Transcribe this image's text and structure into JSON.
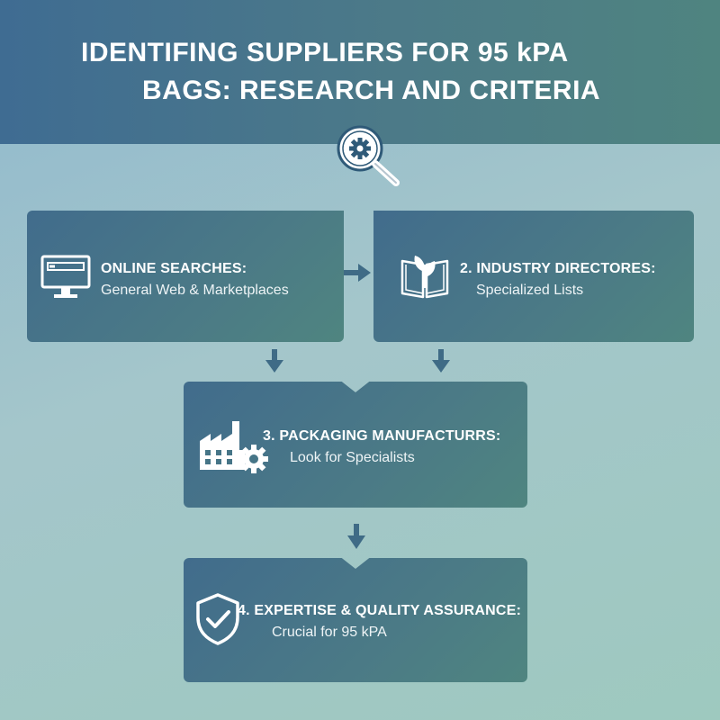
{
  "header": {
    "title_line1": "IDENTIFING SUPPLIERS FOR 95 kPA",
    "title_line2": "BAGS: RESEARCH AND CRITERIA"
  },
  "steps": [
    {
      "heading": "ONLINE SEARCHES:",
      "detail": "General Web & Marketplaces",
      "icon": "computer-monitor-icon"
    },
    {
      "heading": "2. INDUSTRY DIRECTORES:",
      "detail": "Specialized Lists",
      "icon": "open-book-leaf-icon"
    },
    {
      "heading": "3. PACKAGING MANUFACTURRS:",
      "detail": "Look for Specialists",
      "icon": "factory-gear-icon"
    },
    {
      "heading": "4. EXPERTISE & QUALITY ASSURANCE:",
      "detail": "Crucial for 95 kPA",
      "icon": "shield-check-icon"
    }
  ],
  "colors": {
    "header": "#45728d",
    "box": "#467587",
    "arrow": "#3f6b86",
    "text": "#ffffff"
  }
}
